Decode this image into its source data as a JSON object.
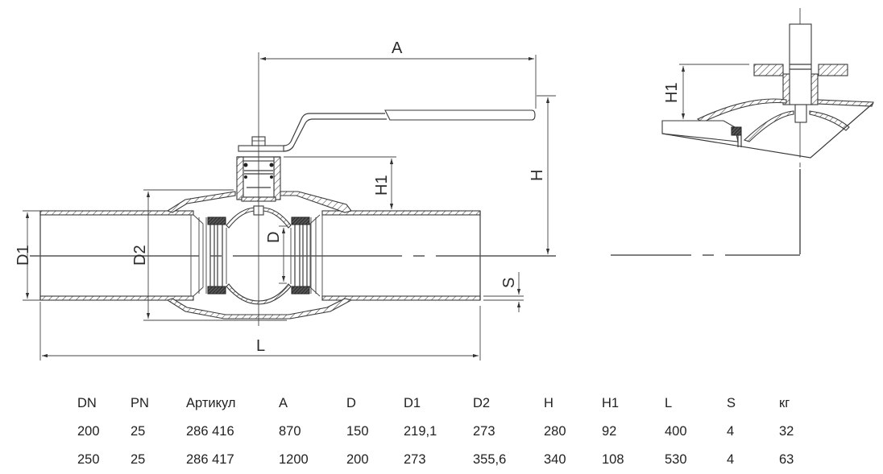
{
  "drawing": {
    "title": "Ball valve, welded ends — technical drawing",
    "dimension_labels": {
      "A": "A",
      "H": "H",
      "H1": "H1",
      "D": "D",
      "D1": "D1",
      "D2": "D2",
      "L": "L",
      "S": "S",
      "H1_detail": "H1"
    }
  },
  "spec_table": {
    "headers": [
      "DN",
      "PN",
      "Артикул",
      "A",
      "D",
      "D1",
      "D2",
      "H",
      "H1",
      "L",
      "S",
      "кг"
    ],
    "rows": [
      [
        "200",
        "25",
        "286 416",
        "870",
        "150",
        "219,1",
        "273",
        "280",
        "92",
        "400",
        "4",
        "32"
      ],
      [
        "250",
        "25",
        "286 417",
        "1200",
        "200",
        "273",
        "355,6",
        "340",
        "108",
        "530",
        "4",
        "63"
      ]
    ]
  }
}
